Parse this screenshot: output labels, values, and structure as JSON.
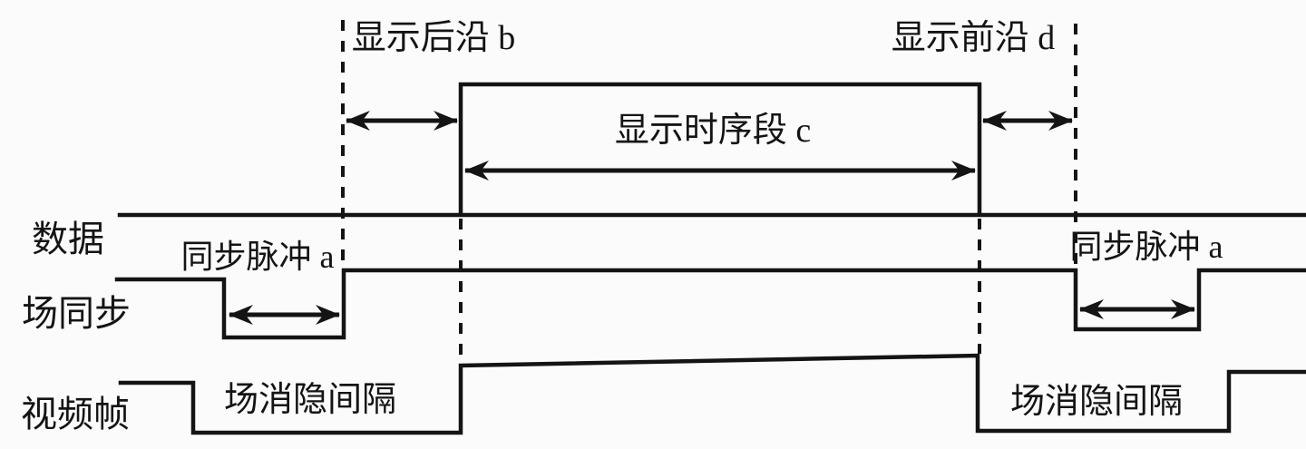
{
  "diagram": {
    "background_color": "#fbfbfb",
    "line_color": "#141414",
    "labels": {
      "back_porch": "显示后沿 b",
      "front_porch": "显示前沿 d",
      "display_segment": "显示时序段 c",
      "row_data": "数据",
      "row_field_sync": "场同步",
      "row_video_frame": "视频帧",
      "sync_pulse_left": "同步脉冲 a",
      "sync_pulse_right": "同步脉冲 a",
      "blanking_left": "场消隐间隔",
      "blanking_right": "场消隐间隔"
    }
  }
}
